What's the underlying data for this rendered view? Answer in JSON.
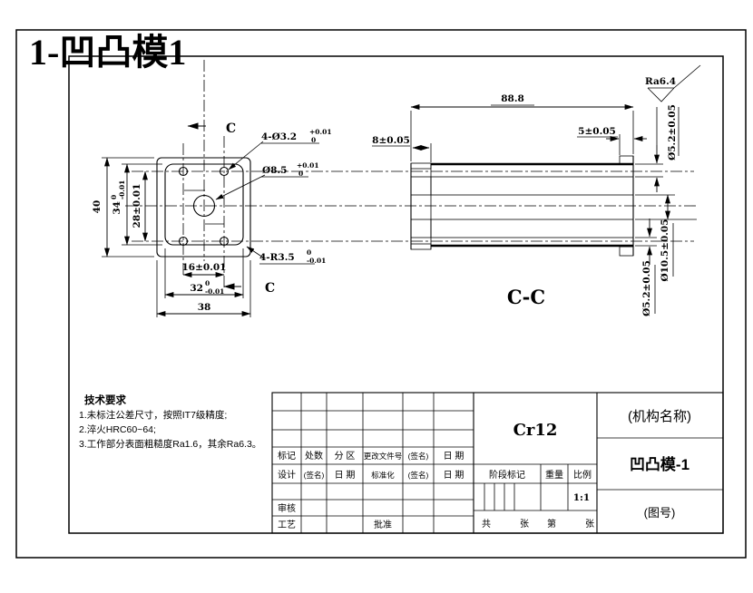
{
  "page_title": "1-凹凸模1",
  "front_view": {
    "dim_height_outer": "40",
    "dim_height_boss": {
      "main": "34",
      "sup": "0",
      "sub": "-0.01"
    },
    "dim_hole_span_v": "28±0.01",
    "dim_hole_span_h": "16±0.01",
    "dim_width_boss": {
      "main": "32",
      "sup": "0",
      "sub": "-0.01"
    },
    "dim_width_outer": "38",
    "corner_holes": {
      "main": "4-Ø3.2",
      "sup": "+0.01",
      "sub": "0"
    },
    "center_hole": {
      "main": "Ø8.5",
      "sup": "+0.01",
      "sub": "0"
    },
    "corner_radius": {
      "main": "4-R3.5",
      "sup": "0",
      "sub": "-0.01"
    },
    "section_letter_top": "C",
    "section_letter_bottom": "C"
  },
  "section_view": {
    "label": "C-C",
    "dim_length": "88.8",
    "dim_left_step": "8±0.05",
    "dim_right_step": "5±0.05",
    "surface_finish": "Ra6.4",
    "dim_bore_top": "Ø5.2±0.05",
    "dim_bore_mid": "Ø10.5±0.05",
    "dim_bore_bottom": "Ø5.2±0.05"
  },
  "tech_requirements": {
    "heading": "技术要求",
    "item1": "1.未标注公差尺寸，按照IT7级精度;",
    "item2": "2.淬火HRC60~64;",
    "item3": "3.工作部分表面粗糙度Ra1.6，其余Ra6.3。"
  },
  "title_block": {
    "material": "Cr12",
    "org_name": "(机构名称)",
    "part_name": "凹凸模-1",
    "drawing_no": "(图号)",
    "row_mark": [
      "标记",
      "处数",
      "分 区",
      "更改文件号",
      "(签名)",
      "日 期"
    ],
    "row_design": [
      "设计",
      "(签名)",
      "日 期",
      "标准化",
      "(签名)",
      "日 期"
    ],
    "stage_label": "阶段标记",
    "weight_label": "重量",
    "scale_label": "比例",
    "scale_value": "1:1",
    "check_label": "审核",
    "process_label": "工艺",
    "approve_label": "批准",
    "sheet_total_label": "共",
    "sheet_total_unit": "张",
    "sheet_no_label": "第",
    "sheet_no_unit": "张"
  }
}
